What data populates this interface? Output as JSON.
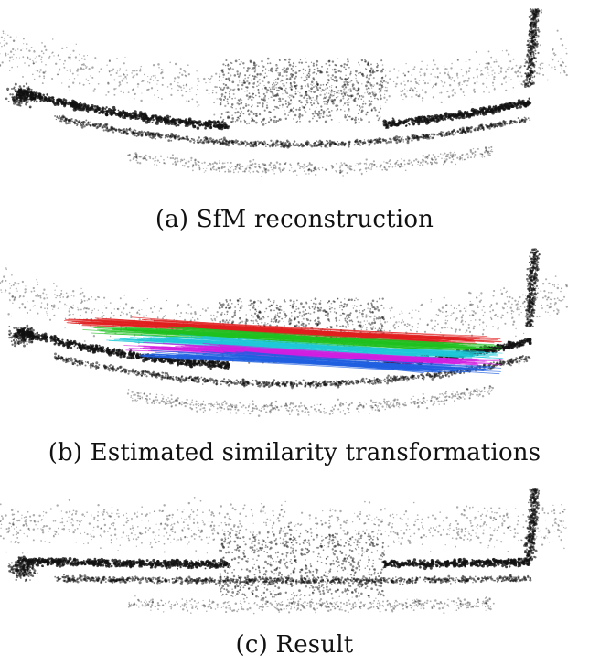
{
  "figure": {
    "panels": [
      {
        "id": "a",
        "caption": "(a) SfM reconstruction"
      },
      {
        "id": "b",
        "caption": "(b) Estimated similarity transformations"
      },
      {
        "id": "c",
        "caption": "(c) Result"
      }
    ],
    "match_colors": [
      "#e02020",
      "#20c020",
      "#20c8d8",
      "#d020e0",
      "#2060e0"
    ],
    "point_color": "#111111"
  }
}
